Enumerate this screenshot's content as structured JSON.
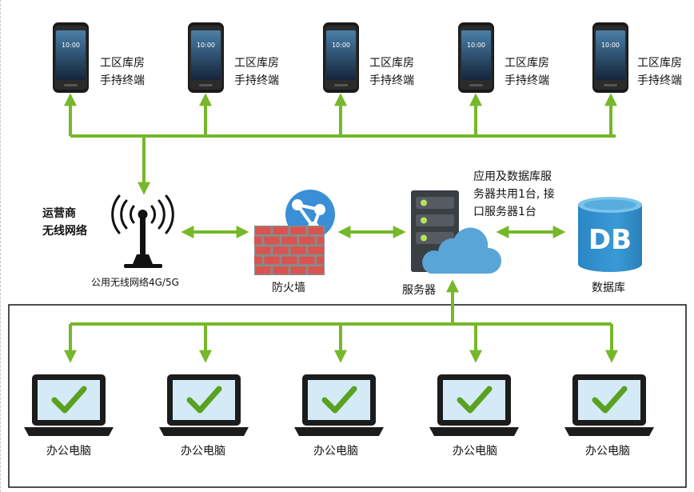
{
  "terminals": {
    "label": "工区库房\n手持终端",
    "screen_time": "10:00",
    "count": 5,
    "icon": "handheld-terminal-icon"
  },
  "carrier": {
    "label": "运营商\n无线网络",
    "network_label": "公用无线网络4G/5G",
    "icon": "wireless-tower-icon"
  },
  "firewall": {
    "label": "防火墙",
    "icon": "firewall-icon"
  },
  "server": {
    "label": "服务器",
    "note": "应用及数据库服\n务器共用1台, 接\n口服务器1台",
    "icon": "server-cloud-icon"
  },
  "database": {
    "label": "数据库",
    "badge": "DB",
    "icon": "database-icon"
  },
  "office_pcs": {
    "label": "办公电脑",
    "count": 5,
    "icon": "laptop-check-icon"
  },
  "colors": {
    "connector": "#76b82a",
    "firewall_brick": "#d9534f",
    "firewall_mortar": "#8a8a8a",
    "globe": "#3a8fd6",
    "database": "#2f8fcc",
    "server_body": "#3a3f44",
    "server_led": "#b6e35a",
    "cloud": "#5aa5d8",
    "laptop_body": "#1c1c1c",
    "laptop_screen": "#d4eaf7",
    "check": "#5aa120",
    "frame": "#222222"
  }
}
